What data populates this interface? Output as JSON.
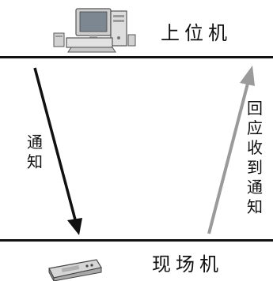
{
  "host": {
    "label": "上位机",
    "icon": "desktop-computer-icon"
  },
  "field": {
    "label": "现场机",
    "icon": "field-device-icon"
  },
  "arrows": {
    "notify": {
      "direction": "down",
      "label_chars": [
        "通",
        "知"
      ],
      "color": "#111111"
    },
    "reply": {
      "direction": "up",
      "label_chars": [
        "回",
        "应",
        "收",
        "到",
        "通",
        "知"
      ],
      "color": "#9a9a9a"
    }
  },
  "colors": {
    "divider": "#111111",
    "text": "#111111"
  }
}
